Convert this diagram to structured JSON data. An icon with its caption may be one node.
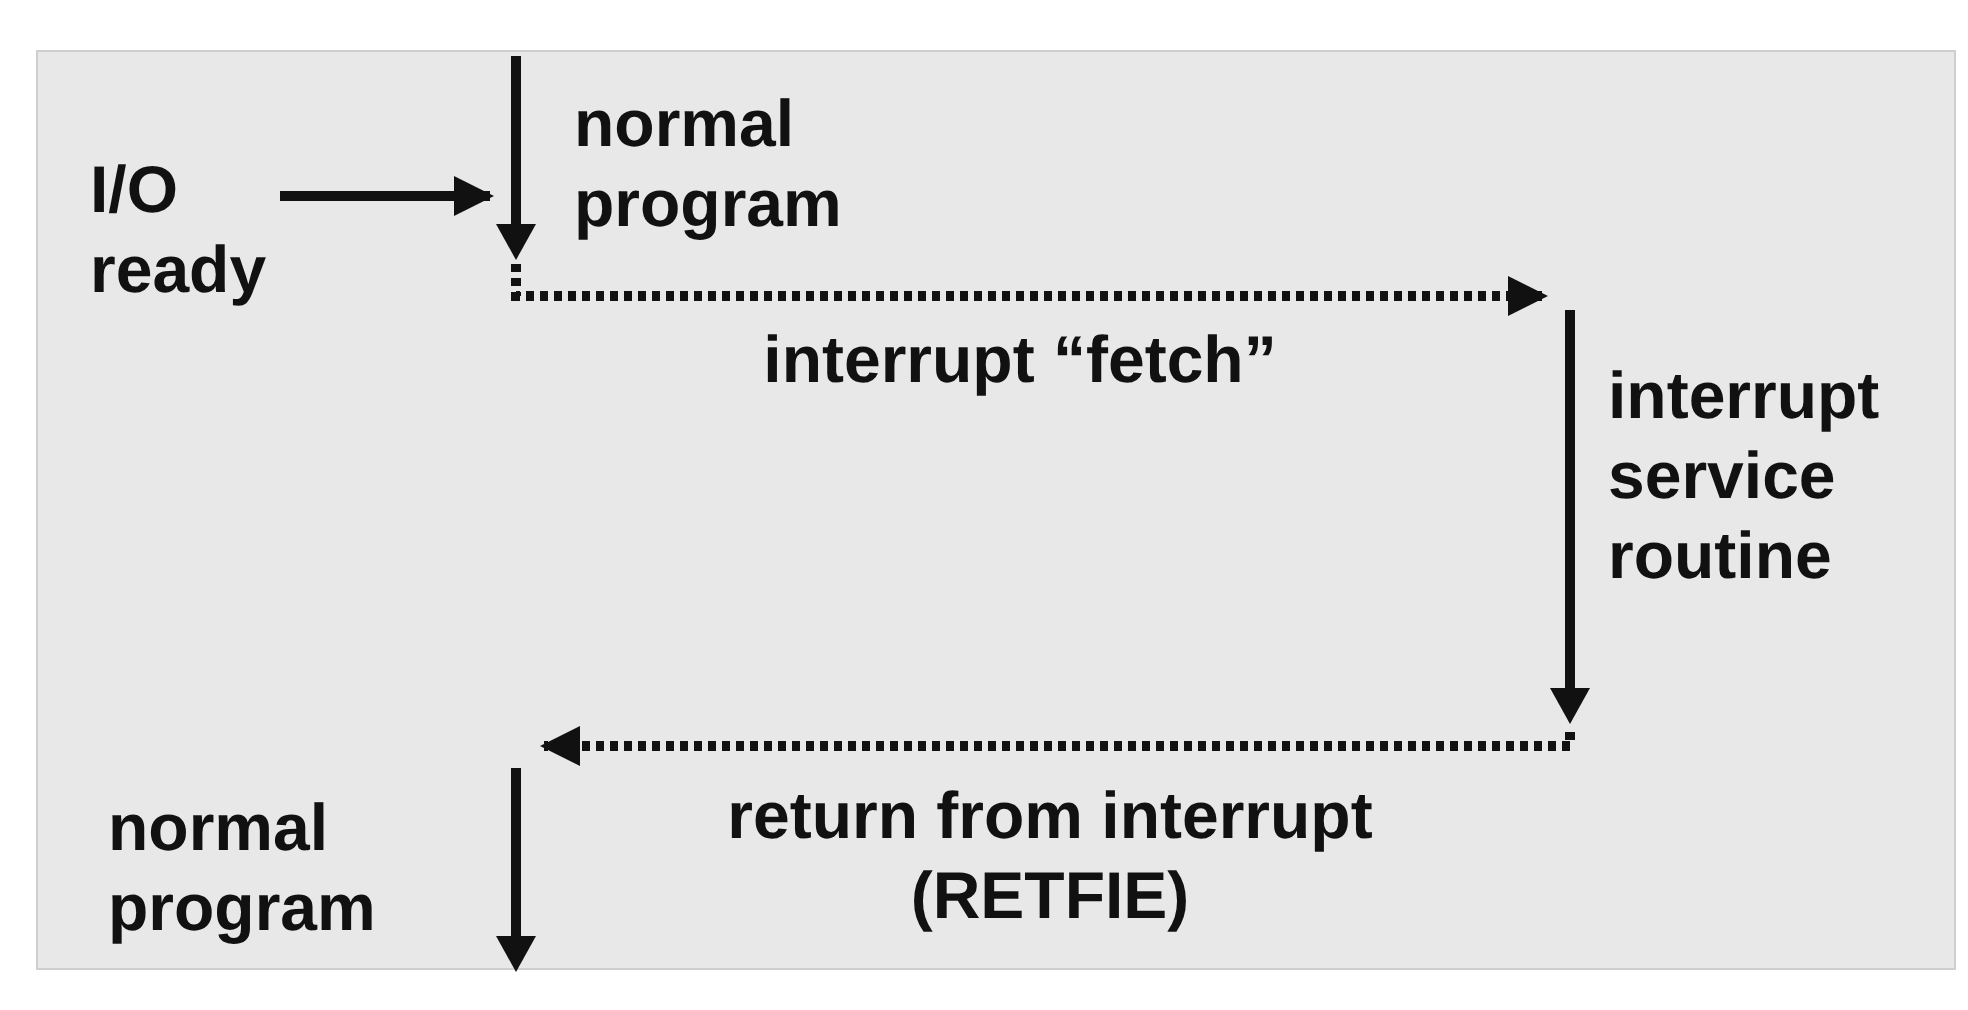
{
  "diagram": {
    "nodes": [
      {
        "text": [
          "I/O ready"
        ]
      },
      {
        "text": [
          "normal program"
        ]
      },
      {
        "text": [
          "interrupt service routine"
        ]
      },
      {
        "text": [
          "normal program"
        ]
      }
    ],
    "edges": [
      {
        "from": 0,
        "to": 1,
        "arrow": "to"
      },
      {
        "from": 1,
        "to": 2,
        "arrow": "to",
        "style": "dashed",
        "label": "interrupt “fetch”"
      },
      {
        "from": 2,
        "to": 3,
        "arrow": "to",
        "style": "dashed",
        "label": "return from interrupt (RETFIE)"
      }
    ]
  }
}
